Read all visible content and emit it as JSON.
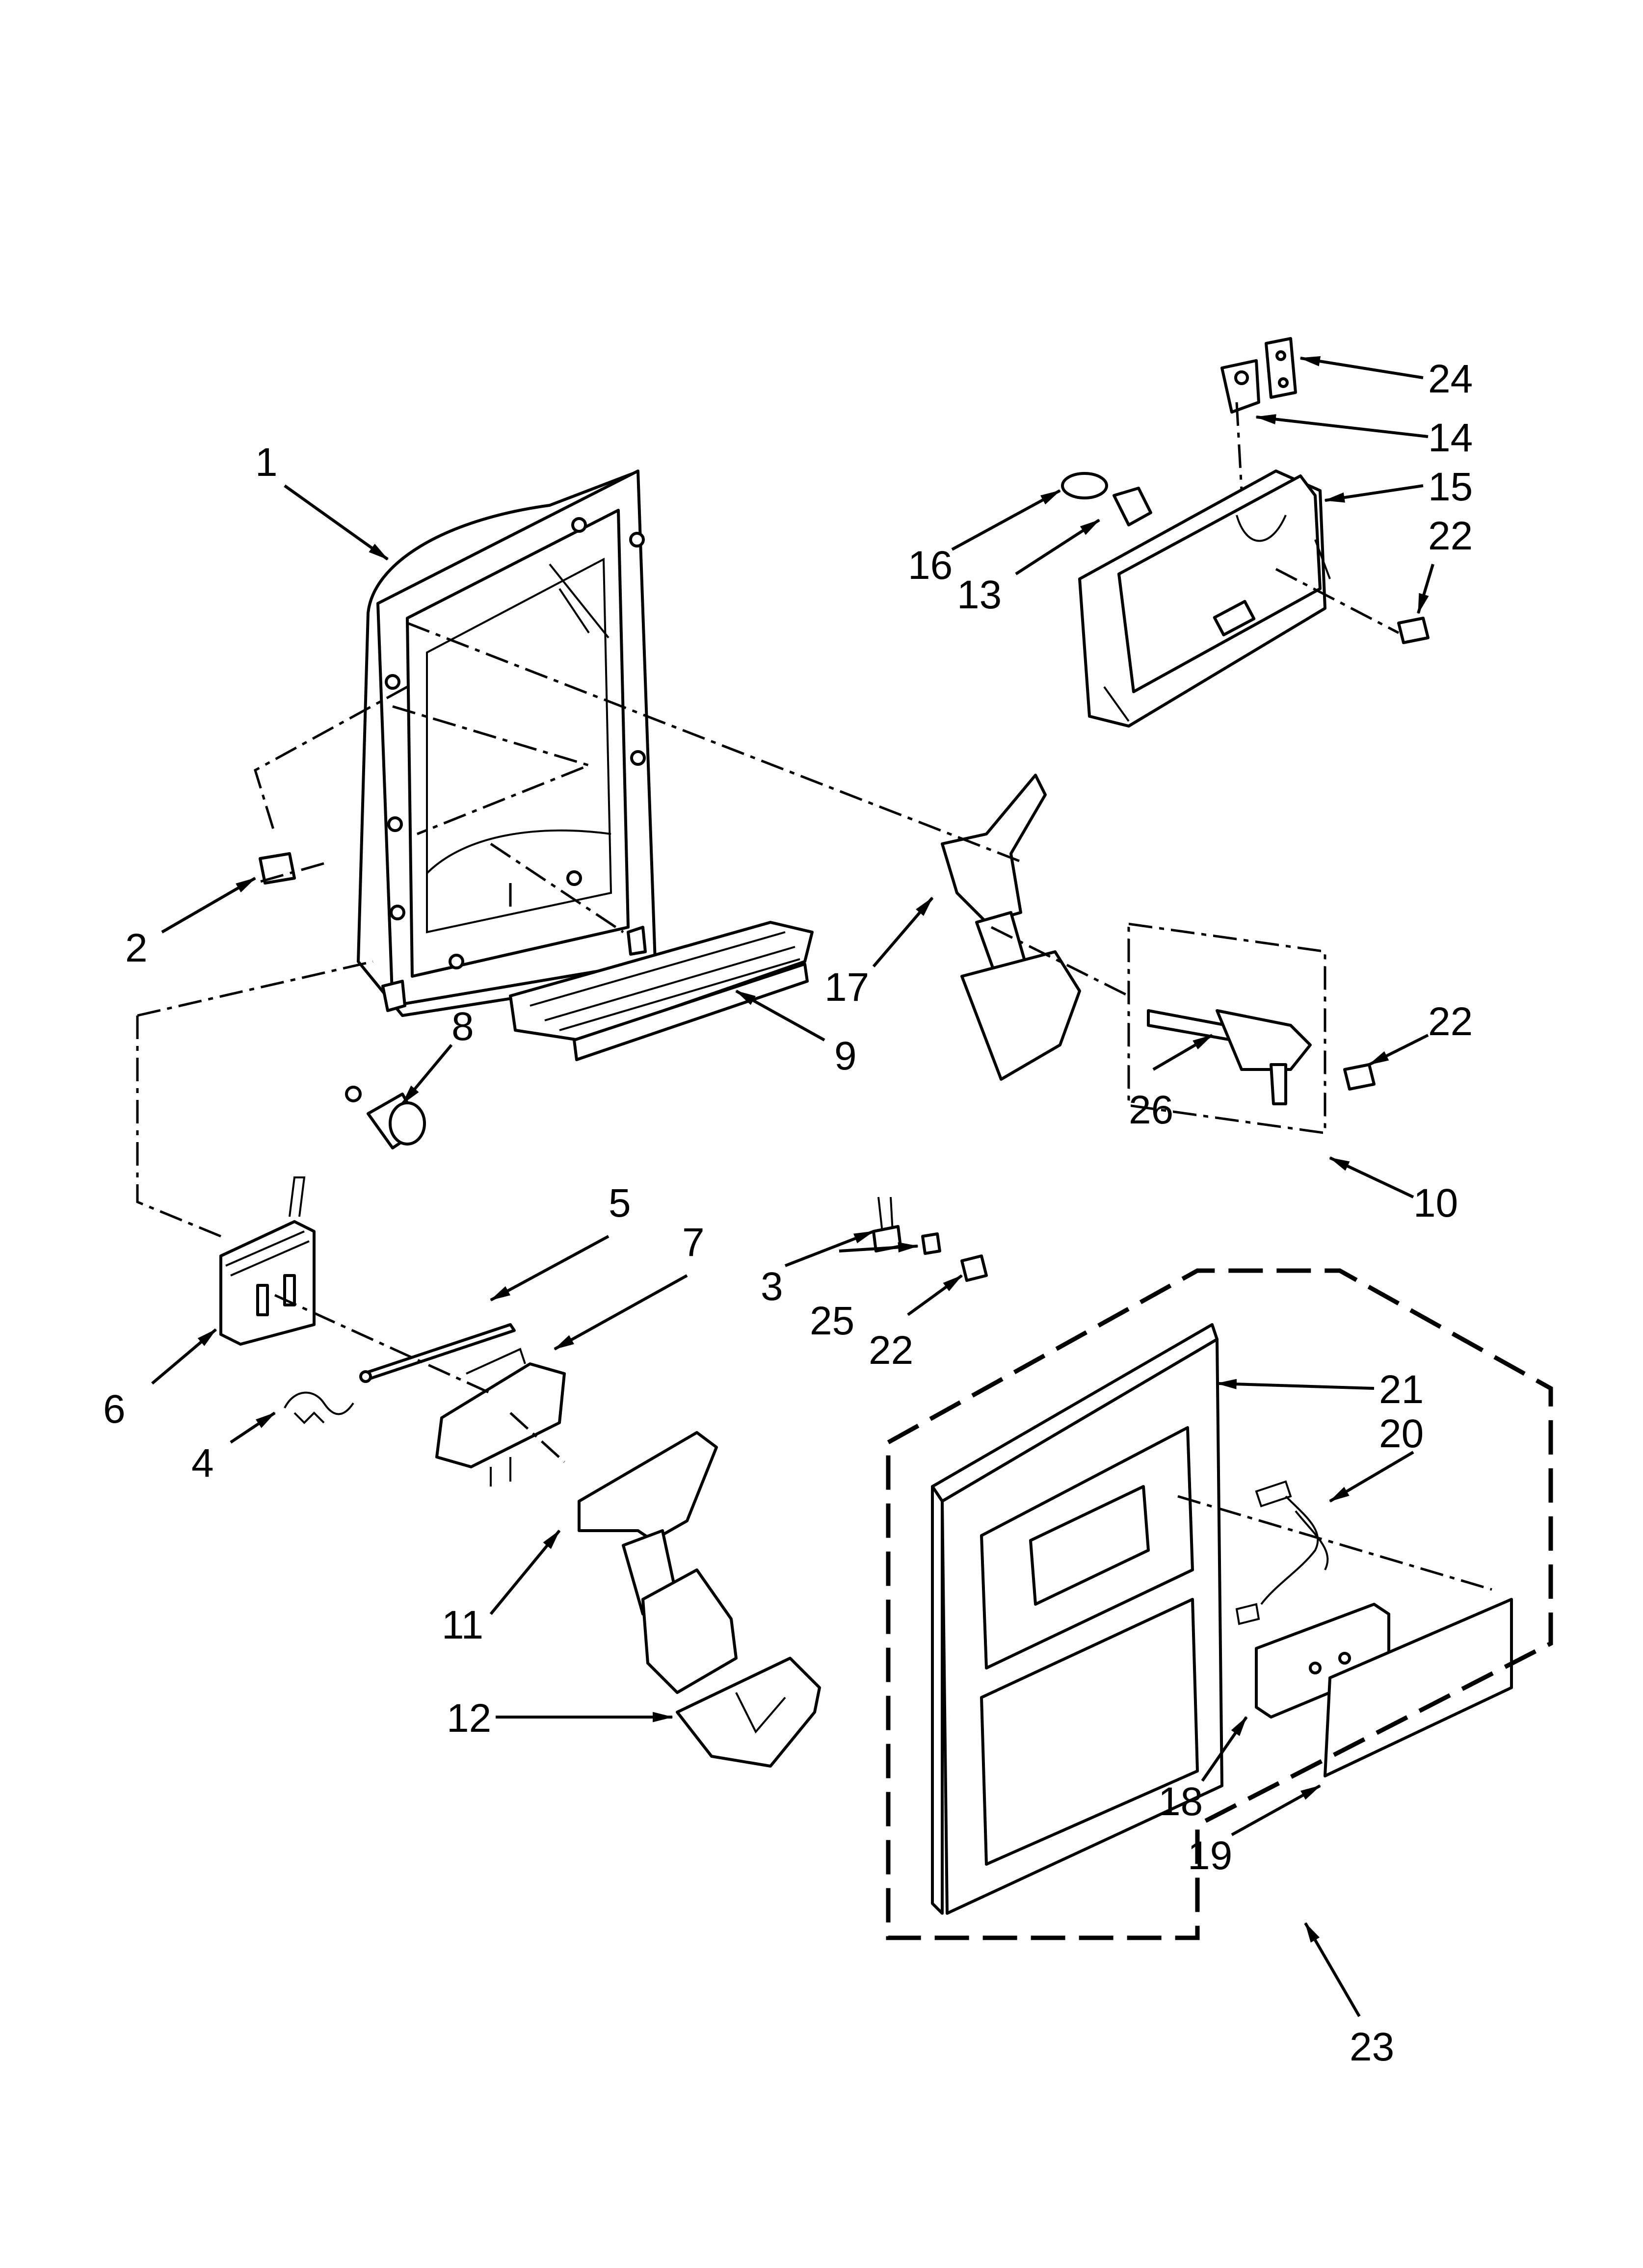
{
  "diagram": {
    "type": "exploded-parts-diagram",
    "callouts": [
      {
        "id": "1",
        "label": "1"
      },
      {
        "id": "2",
        "label": "2"
      },
      {
        "id": "3",
        "label": "3"
      },
      {
        "id": "4",
        "label": "4"
      },
      {
        "id": "5",
        "label": "5"
      },
      {
        "id": "6",
        "label": "6"
      },
      {
        "id": "7",
        "label": "7"
      },
      {
        "id": "8",
        "label": "8"
      },
      {
        "id": "9",
        "label": "9"
      },
      {
        "id": "10",
        "label": "10"
      },
      {
        "id": "11",
        "label": "11"
      },
      {
        "id": "12",
        "label": "12"
      },
      {
        "id": "13",
        "label": "13"
      },
      {
        "id": "14",
        "label": "14"
      },
      {
        "id": "15",
        "label": "15"
      },
      {
        "id": "16",
        "label": "16"
      },
      {
        "id": "17",
        "label": "17"
      },
      {
        "id": "18",
        "label": "18"
      },
      {
        "id": "19",
        "label": "19"
      },
      {
        "id": "20",
        "label": "20"
      },
      {
        "id": "21",
        "label": "21"
      },
      {
        "id": "22a",
        "label": "22"
      },
      {
        "id": "22b",
        "label": "22"
      },
      {
        "id": "22c",
        "label": "22"
      },
      {
        "id": "23",
        "label": "23"
      },
      {
        "id": "24",
        "label": "24"
      },
      {
        "id": "25",
        "label": "25"
      },
      {
        "id": "26",
        "label": "26"
      }
    ]
  }
}
